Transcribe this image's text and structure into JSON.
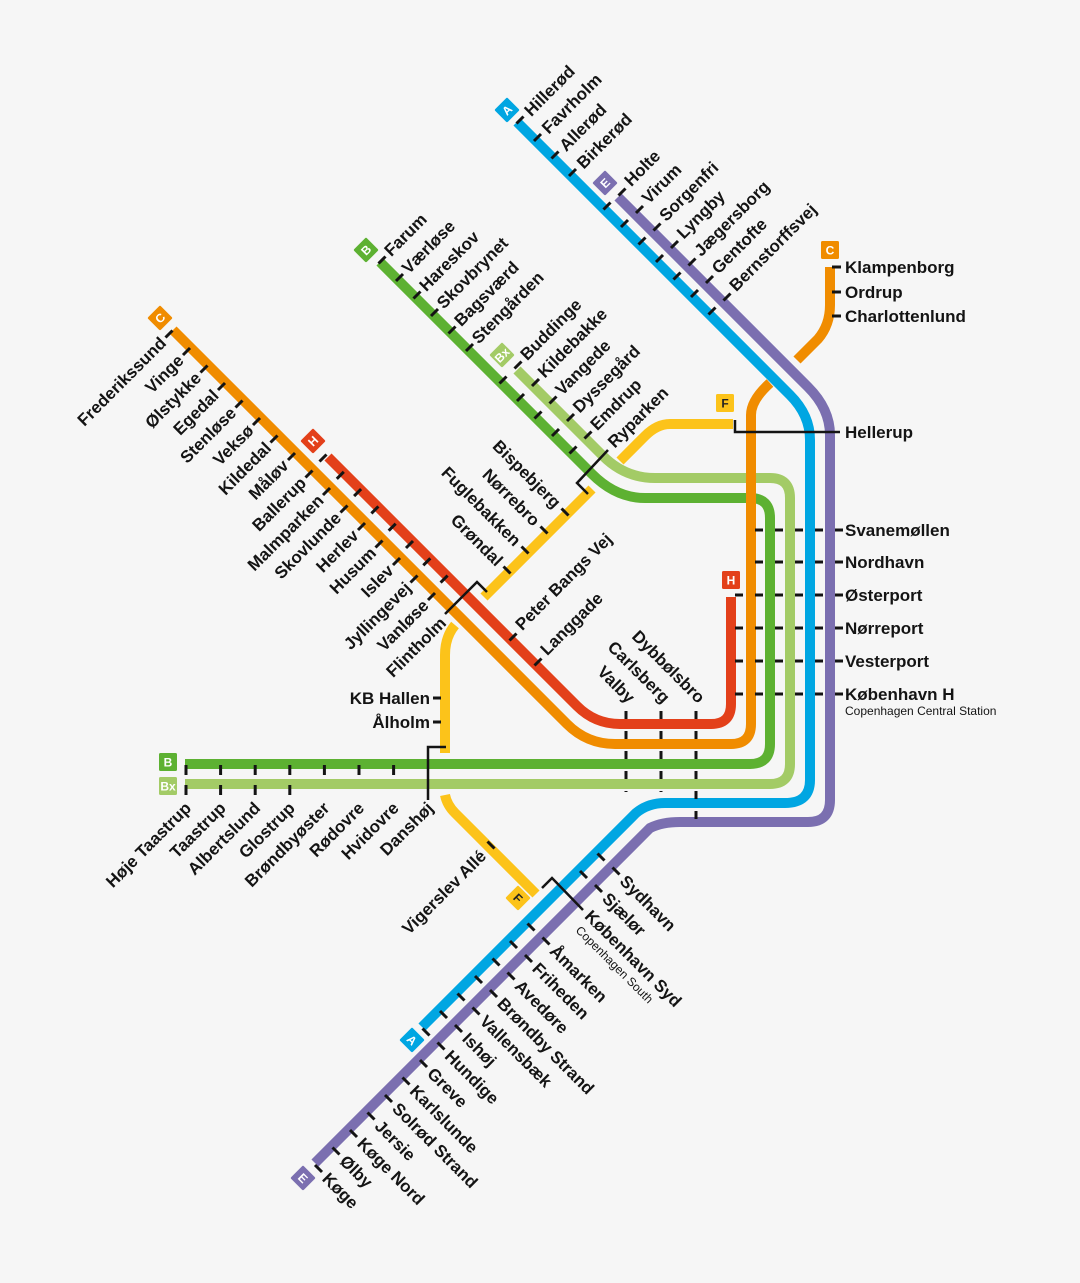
{
  "lines": {
    "A": {
      "code": "A",
      "color": "#00a6e2",
      "text_color": "#ffffff"
    },
    "B": {
      "code": "B",
      "color": "#5db132",
      "text_color": "#ffffff"
    },
    "Bx": {
      "code": "Bx",
      "color": "#a3cb66",
      "text_color": "#ffffff"
    },
    "C": {
      "code": "C",
      "color": "#f08c00",
      "text_color": "#ffffff"
    },
    "E": {
      "code": "E",
      "color": "#7b6fb0",
      "text_color": "#ffffff"
    },
    "F": {
      "code": "F",
      "color": "#fcc31a",
      "text_color": "#222222"
    },
    "H": {
      "code": "H",
      "color": "#e3401a",
      "text_color": "#ffffff"
    }
  },
  "stations": {
    "a_north": [
      "Hillerød",
      "Favrholm",
      "Allerød",
      "Birkerød"
    ],
    "e_north": [
      "Holte",
      "Virum",
      "Sorgenfri",
      "Lyngby",
      "Jægersborg",
      "Gentofte",
      "Bernstorffsvej"
    ],
    "b_north": [
      "Farum",
      "Værløse",
      "Hareskov",
      "Skovbrynet",
      "Bagsværd",
      "Stengården"
    ],
    "bx_north": [
      "Buddinge",
      "Kildebakke",
      "Vangede",
      "Dyssegård",
      "Emdrup",
      "Ryparken"
    ],
    "c_northwest": [
      "Frederikssund",
      "Vinge",
      "Ølstykke",
      "Egedal",
      "Stenløse",
      "Veksø",
      "Kildedal",
      "Måløv",
      "Ballerup",
      "Malmparken",
      "Skovlunde",
      "Herlev",
      "Husum",
      "Islev",
      "Jyllingevej",
      "Vanløse",
      "Flintholm"
    ],
    "h_east": [
      "Peter Bangs Vej",
      "Langgade"
    ],
    "f_north": [
      "Bispebjerg",
      "Nørrebro",
      "Fuglebakken",
      "Grøndal"
    ],
    "central": [
      "Valby",
      "Carlsberg",
      "Dybbølsbro"
    ],
    "f_west": [
      "KB Hallen",
      "Ålholm"
    ],
    "west": [
      "Høje Taastrup",
      "Taastrup",
      "Albertslund",
      "Glostrup",
      "Brøndbyøster",
      "Rødovre",
      "Hvidovre",
      "Danshøj"
    ],
    "f_south": [
      "Vigerslev Allé"
    ],
    "south": [
      "Sydhavn",
      "Sjælør",
      "København Syd",
      "Åmarken",
      "Friheden",
      "Avedøre",
      "Brøndby Strand",
      "Vallensbæk",
      "Ishøj",
      "Hundige",
      "Greve",
      "Karlslunde",
      "Solrød Strand",
      "Jersie",
      "Køge Nord",
      "Ølby",
      "Køge"
    ],
    "east": [
      "Klampenborg",
      "Ordrup",
      "Charlottenlund",
      "Hellerup",
      "Svanemøllen",
      "Nordhavn",
      "Østerport",
      "Nørreport",
      "Vesterport",
      "København H"
    ]
  },
  "subtitles": {
    "kobenhavn_h": "Copenhagen Central Station",
    "kobenhavn_syd": "Copenhagen South"
  }
}
